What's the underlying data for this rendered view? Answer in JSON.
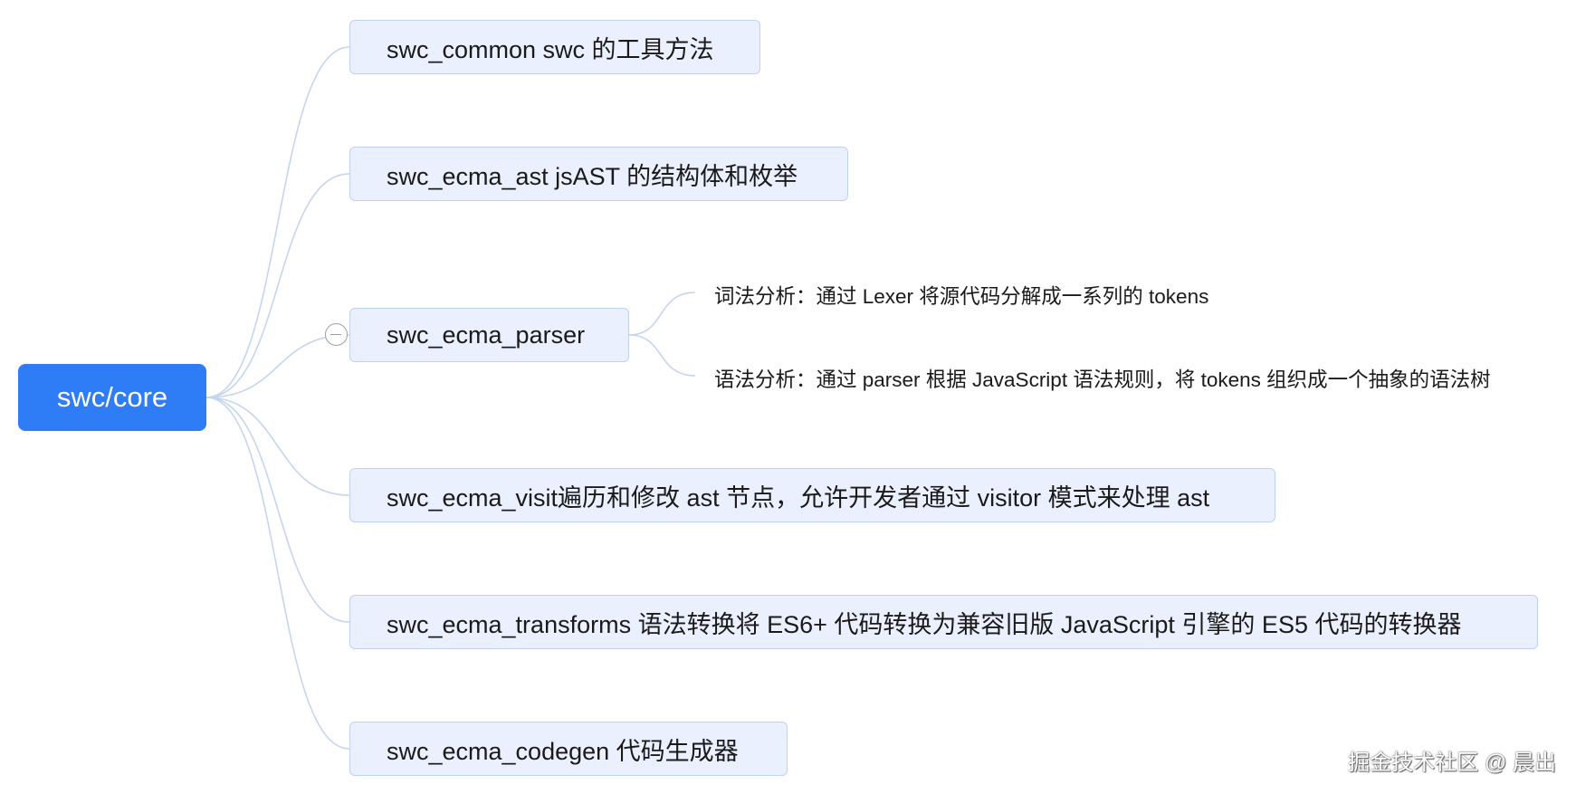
{
  "root": {
    "label": "swc/core"
  },
  "children": [
    {
      "label": "swc_common swc 的工具方法"
    },
    {
      "label": "swc_ecma_ast jsAST 的结构体和枚举"
    },
    {
      "label": "swc_ecma_parser",
      "collapsed": false,
      "children": [
        {
          "label": "词法分析：通过 Lexer 将源代码分解成一系列的 tokens"
        },
        {
          "label": "语法分析：通过 parser 根据 JavaScript 语法规则，将 tokens 组织成一个抽象的语法树"
        }
      ]
    },
    {
      "label": "swc_ecma_visit遍历和修改 ast 节点，允许开发者通过 visitor 模式来处理 ast"
    },
    {
      "label": "swc_ecma_transforms 语法转换将 ES6+ 代码转换为兼容旧版 JavaScript 引擎的 ES5 代码的转换器"
    },
    {
      "label": "swc_ecma_codegen 代码生成器"
    }
  ],
  "watermark": "掘金技术社区 @ 晨出",
  "colors": {
    "root_fill": "#2e7cf6",
    "node_fill": "#eaf0fd",
    "node_border": "#bfd1f0",
    "connector": "#c5d5ef"
  }
}
